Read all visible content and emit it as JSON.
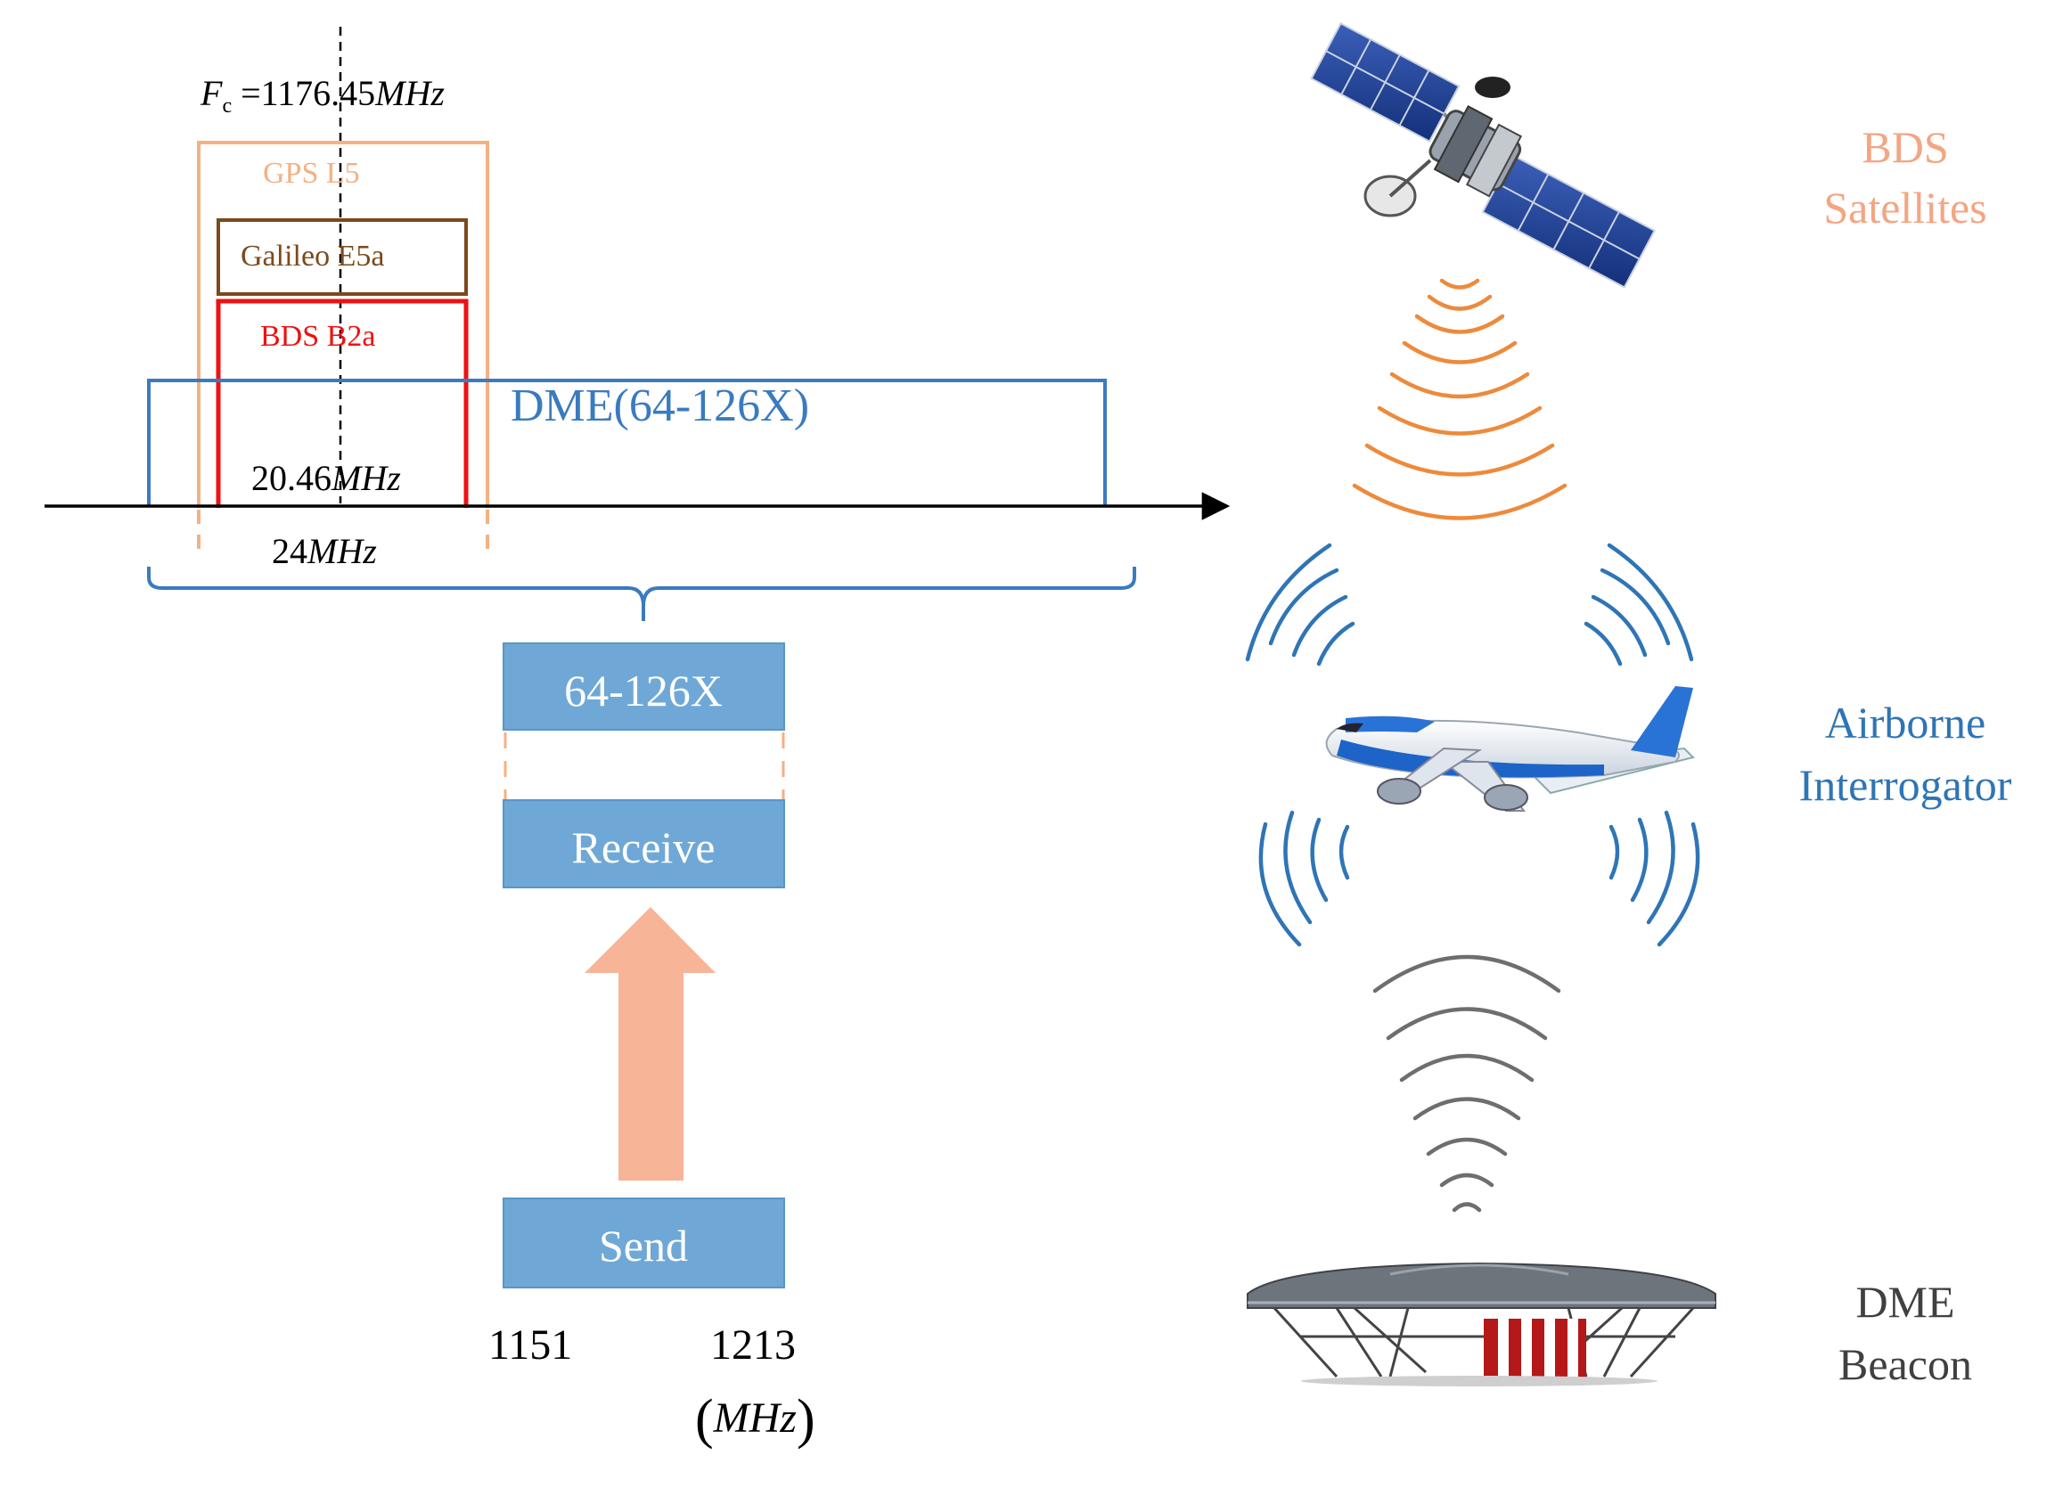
{
  "spectrum": {
    "fc_symbol": "F",
    "fc_sub": "c",
    "fc_value": "=1176.45",
    "fc_unit": "MHz",
    "gps_label": "GPS L5",
    "galileo_label": "Galileo E5a",
    "bds_label": "BDS B2a",
    "dme_label": "DME(64-126X)",
    "bw_inner_value": "20.46",
    "bw_inner_unit": "MHz",
    "bw_outer_value": "24",
    "bw_outer_unit": "MHz"
  },
  "flow": {
    "channel_label": "64-126X",
    "receive_label": "Receive",
    "send_label": "Send",
    "freq_low": "1151",
    "freq_high": "1213",
    "freq_unit": "MHz"
  },
  "nodes": {
    "satellite_label_1": "BDS",
    "satellite_label_2": "Satellites",
    "airborne_label_1": "Airborne",
    "airborne_label_2": "Interrogator",
    "beacon_label_1": "DME",
    "beacon_label_2": "Beacon"
  },
  "colors": {
    "gps": "#f4b183",
    "galileo": "#7b4a1c",
    "bds": "#ee1111",
    "dme": "#3a7bbf",
    "box_fill": "#6fa8d6",
    "arrow": "#f8b497",
    "satellite_text": "#f4a582",
    "satellite_wave": "#ed8a3c",
    "airborne": "#2f75b5",
    "beacon_wave": "#6e6e6e",
    "beacon_text": "#404040"
  },
  "icons": [
    "satellite-icon",
    "airplane-icon",
    "dme-beacon-icon"
  ]
}
